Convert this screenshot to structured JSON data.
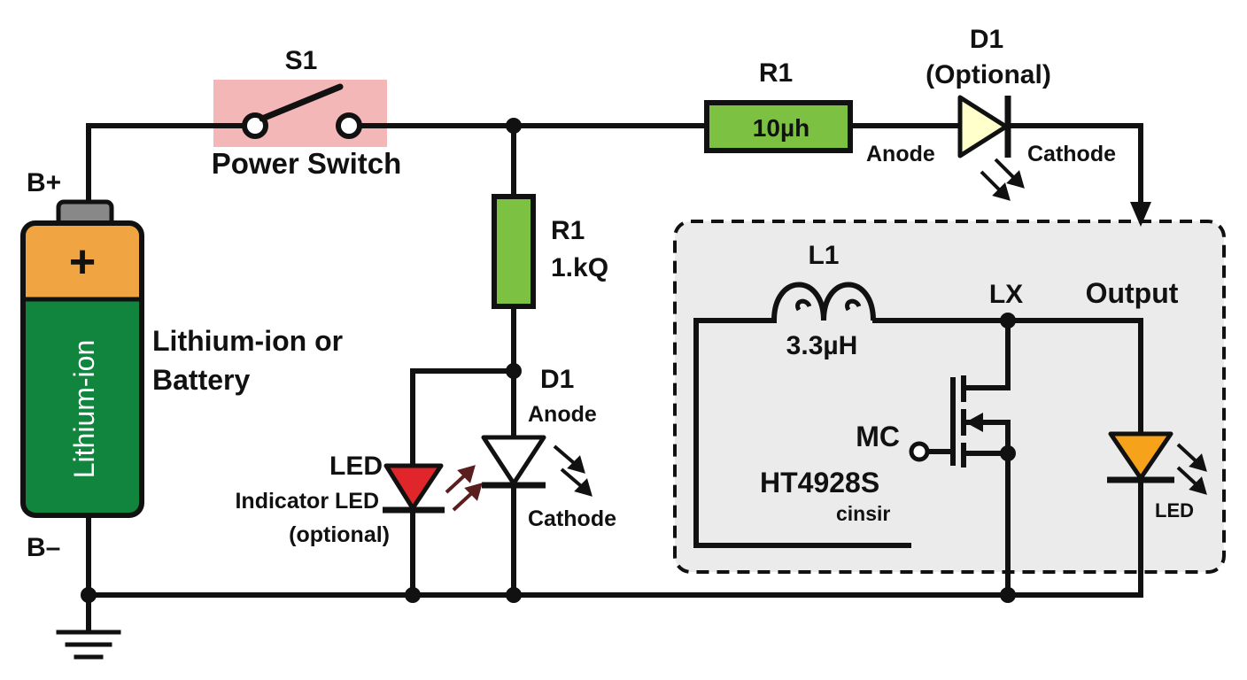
{
  "colors": {
    "wire": "#111111",
    "switch_highlight": "#f4b7b7",
    "resistor_fill": "#7dc142",
    "battery_top": "#f0a442",
    "battery_body": "#11843e",
    "battery_cap": "#888888",
    "diode_d1_fill": "#ffffcc",
    "indicator_led_fill": "#e0262a",
    "output_led_fill": "#f7a21b",
    "module_box_fill": "#ebebeb",
    "indicator_ray_color": "#5a1e1e"
  },
  "icons": {
    "ground": "ground-icon",
    "switch": "switch-icon",
    "battery": "battery-icon",
    "inductor": "inductor-coil-icon",
    "mosfet": "mosfet-icon",
    "diode": "diode-icon",
    "led": "led-icon"
  },
  "labels": {
    "s1_title": "S1",
    "s1_caption": "Power Switch",
    "b_plus": "B+",
    "b_minus": "B–",
    "battery_plus": "+",
    "battery_body": "Lithium-ion",
    "battery_desc_line1": "Lithium-ion or",
    "battery_desc_line2": "Battery",
    "r_series_title": "R1",
    "r_series_value": "1.kQ",
    "r_top_title": "R1",
    "r_top_value": "10µh",
    "d1_top_title": "D1",
    "d1_top_subtitle": "(Optional)",
    "d1_top_anode": "Anode",
    "d1_top_cathode": "Cathode",
    "d1_mid_title": "D1",
    "d1_mid_anode": "Anode",
    "d1_mid_cathode": "Cathode",
    "led_title": "LED",
    "led_caption_line1": "Indicator LED",
    "led_caption_line2": "(optional)",
    "l1_title": "L1",
    "l1_value": "3.3µH",
    "lx": "LX",
    "output": "Output",
    "mc": "MC",
    "chip": "HT4928S",
    "cinsir": "cinsir",
    "output_led": "LED"
  }
}
